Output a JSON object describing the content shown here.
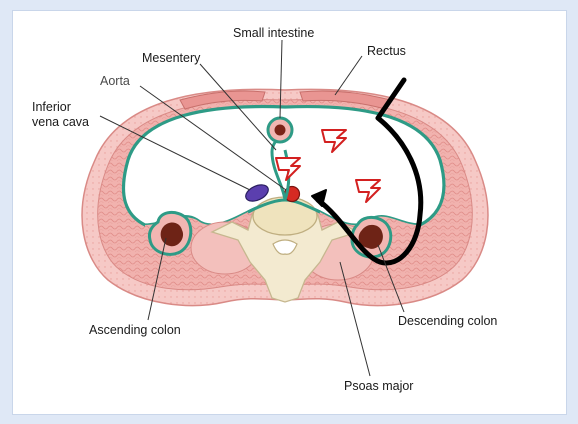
{
  "labels": {
    "small_intestine": "Small intestine",
    "rectus": "Rectus",
    "mesentery": "Mesentery",
    "aorta": "Aorta",
    "inferior_vena_cava_line1": "Inferior",
    "inferior_vena_cava_line2": "vena cava",
    "ascending_colon": "Ascending colon",
    "descending_colon": "Descending colon",
    "psoas_major": "Psoas major"
  },
  "colors": {
    "background_frame": "#dfe8f6",
    "skin": "#f4c3c3",
    "muscle": "#f0a9a6",
    "peritoneum_line": "#2e9b86",
    "pain_symbol": "#d32020",
    "vertebra": "#f3ead0",
    "colon_lumen": "#6e2316",
    "aorta": "#d62a22",
    "vena_cava": "#5b3fae",
    "arrow": "#000000"
  },
  "icons": [
    "pain-lightning-icon",
    "flow-arrow-icon"
  ]
}
